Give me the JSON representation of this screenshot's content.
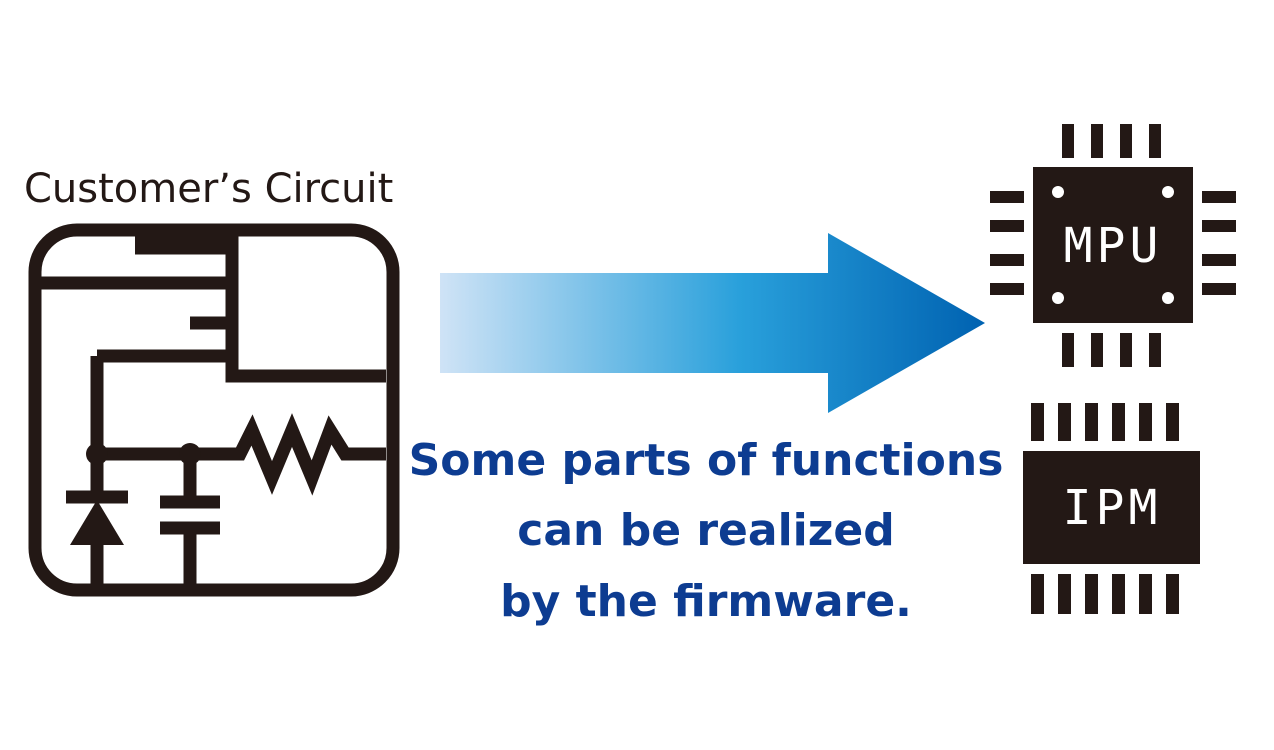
{
  "circuit": {
    "title": "Customer’s Circuit"
  },
  "chips": {
    "mpu_label": "MPU",
    "ipm_label": "IPM"
  },
  "caption": {
    "line1": "Some parts of functions",
    "line2": "can be realized",
    "line3": "by the firmware."
  },
  "colors": {
    "ink": "#231815",
    "caption_text": "#0d3c91",
    "arrow_start": "#cfe3f6",
    "arrow_mid": "#29a0db",
    "arrow_end": "#0062b1"
  },
  "icons": [
    "circuit-board-icon",
    "arrow-right-icon",
    "mpu-chip-icon",
    "ipm-module-icon"
  ]
}
